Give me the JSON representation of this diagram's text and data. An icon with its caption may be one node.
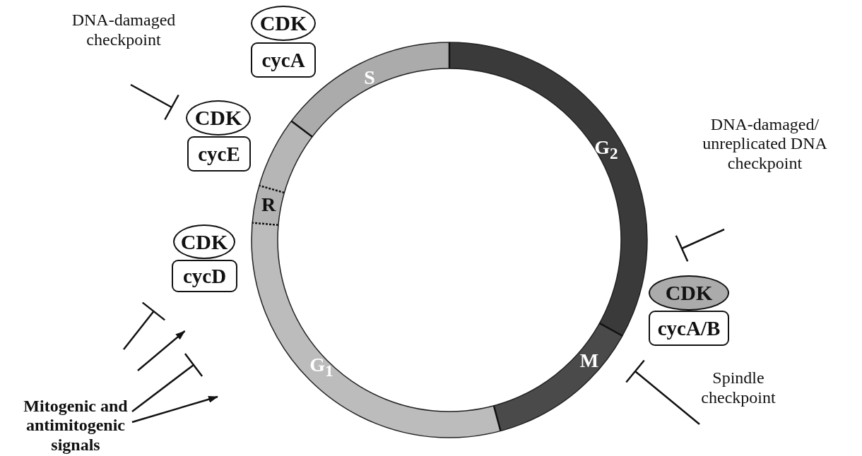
{
  "diagram": {
    "nodes": [
      {
        "text": [
          "DNA-damaged checkpoint"
        ]
      },
      {
        "text": [
          "CDK"
        ]
      },
      {
        "text": [
          "cycA"
        ]
      },
      {
        "text": [
          "CDK"
        ]
      },
      {
        "text": [
          "cycE"
        ]
      },
      {
        "text": [
          "DNA-damaged/ unreplicated DNA checkpoint"
        ]
      },
      {
        "text": [
          "CDK"
        ]
      },
      {
        "text": [
          "cycD"
        ]
      },
      {
        "text": [
          "CDK"
        ]
      },
      {
        "text": [
          "cycA/B"
        ]
      },
      {
        "text": [
          "Mitogenic and antimitogenic signals"
        ]
      },
      {
        "text": [
          "Spindle checkpoint"
        ]
      }
    ],
    "edges": [
      {
        "from": 0,
        "to": 3,
        "arrow": "other"
      },
      {
        "from": null,
        "to": 8,
        "arrow": "other"
      },
      {
        "from": 11,
        "to": null,
        "arrow": "other"
      },
      {
        "from": 10,
        "to": 7,
        "arrow": "other"
      },
      {
        "from": 10,
        "to": 7,
        "arrow": "to"
      },
      {
        "from": 10,
        "to": null,
        "arrow": "other"
      },
      {
        "from": 10,
        "to": null,
        "arrow": "to"
      }
    ],
    "labels": [
      "S",
      "G$_{2}$",
      "R",
      "M",
      "G$_{1}$"
    ]
  }
}
